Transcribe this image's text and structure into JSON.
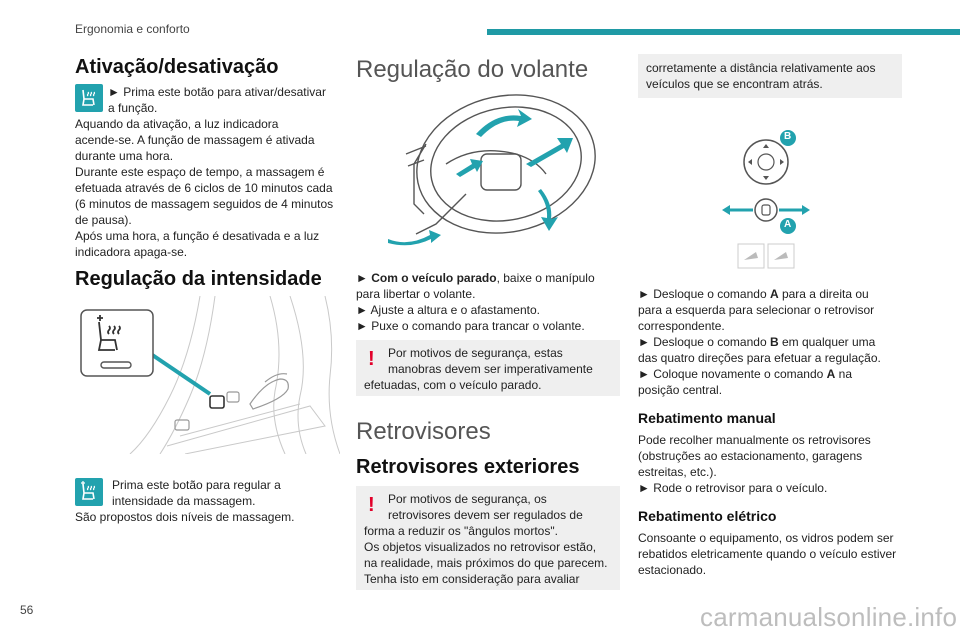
{
  "header": {
    "section": "Ergonomia e conforto",
    "accent": "#1f9aa5"
  },
  "page_number": "56",
  "watermark": "carmanualsonline.info",
  "col1": {
    "activation_title": "Ativação/desativação",
    "activation_line1": "► Prima este botão para ativar/desativar",
    "activation_line2": "a função.",
    "activation_body": [
      "Aquando da ativação, a luz indicadora",
      "acende-se. A função de massagem é ativada",
      "durante uma hora.",
      "Durante este espaço de tempo, a massagem é",
      "efetuada através de 6 ciclos de 10 minutos cada",
      "(6 minutos de massagem seguidos de 4 minutos",
      "de pausa).",
      "Após uma hora, a função é desativada e a luz",
      "indicadora apaga-se."
    ],
    "intensity_title": "Regulação da intensidade",
    "intensity_line1": "Prima este botão para regular a",
    "intensity_line2": "intensidade da massagem.",
    "intensity_line3": "São propostos dois níveis de massagem."
  },
  "col2": {
    "steering_title": "Regulação do volante",
    "step1_bold": "Com o veículo parado",
    "step1_rest": ", baixe o manípulo",
    "step1_line2": "para libertar o volante.",
    "step2": "► Ajuste a altura e o afastamento.",
    "step3": "► Puxe o comando para trancar o volante.",
    "warn1_line1": "Por motivos de segurança, estas",
    "warn1_line2": "manobras devem ser imperativamente",
    "warn1_line3": "efetuadas, com o veículo parado.",
    "mirrors_title": "Retrovisores",
    "exterior_title": "Retrovisores exteriores",
    "warn2_lines": [
      "Por motivos de segurança, os",
      "retrovisores devem ser regulados de",
      "forma a reduzir os \"ângulos mortos\".",
      "Os objetos visualizados no retrovisor estão,",
      "na realidade, mais próximos do que parecem.",
      "Tenha isto em consideração para avaliar"
    ]
  },
  "col3": {
    "box_line1": "corretamente a distância relativamente aos",
    "box_line2": "veículos que se encontram atrás.",
    "label_a": "A",
    "label_b": "B",
    "instr1_pre": "► Desloque o comando ",
    "instr1_bold": "A",
    "instr1_post": " para a direita ou",
    "instr1_line2": "para a esquerda para selecionar o retrovisor",
    "instr1_line3": "correspondente.",
    "instr2_pre": "► Desloque o comando ",
    "instr2_bold": "B",
    "instr2_post": " em qualquer uma",
    "instr2_line2": "das quatro direções para efetuar a regulação.",
    "instr3_pre": "► Coloque novamente o comando ",
    "instr3_bold": "A",
    "instr3_post": " na",
    "instr3_line2": "posição central.",
    "manual_title": "Rebatimento manual",
    "manual_lines": [
      "Pode recolher manualmente os retrovisores",
      "(obstruções ao estacionamento, garagens",
      "estreitas, etc.).",
      "► Rode o retrovisor para o veículo."
    ],
    "electric_title": "Rebatimento elétrico",
    "electric_lines": [
      "Consoante o equipamento, os vidros podem ser",
      "rebatidos eletricamente quando o veículo estiver",
      "estacionado."
    ]
  }
}
